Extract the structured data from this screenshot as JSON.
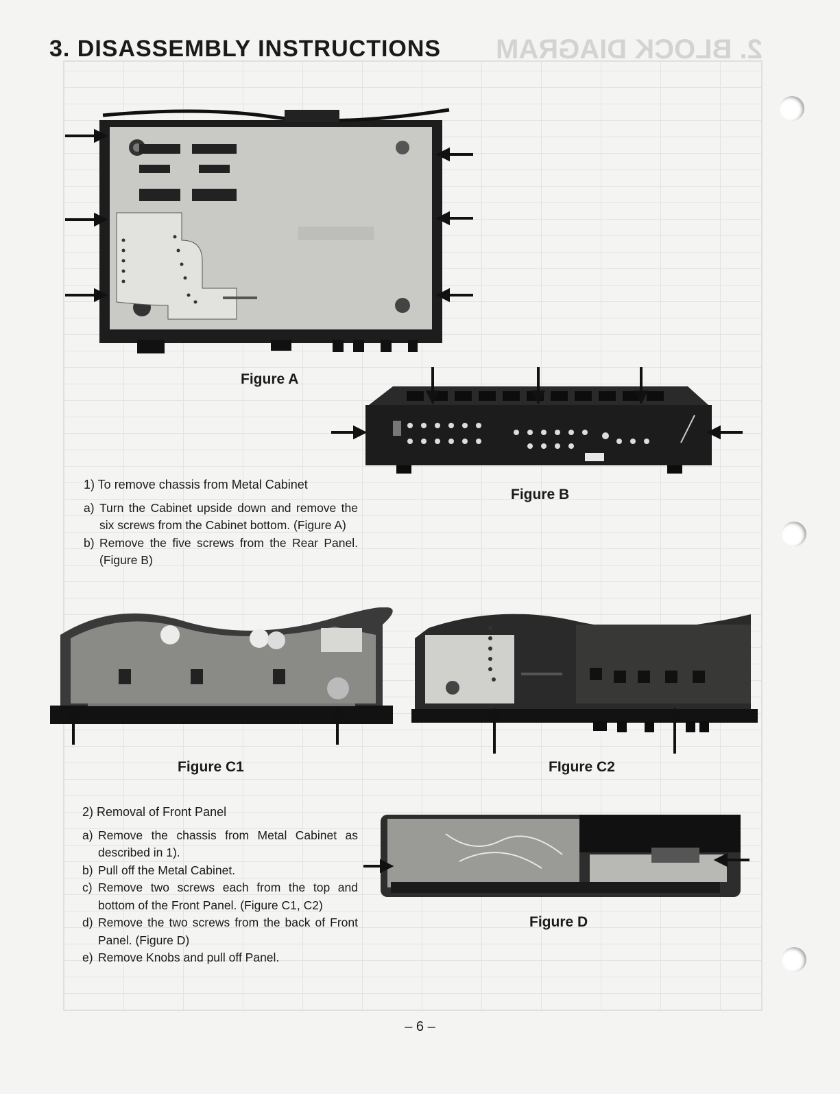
{
  "page_title": "3. DISASSEMBLY INSTRUCTIONS",
  "ghost_heading": "2. BLOCK DIAGRAM",
  "figures": {
    "a": "Figure A",
    "b": "Figure B",
    "c1": "Figure C1",
    "c2": "FIgure C2",
    "d": "Figure D"
  },
  "section1": {
    "heading": "1) To remove chassis from Metal Cabinet",
    "steps": [
      {
        "key": "a)",
        "text": "Turn the Cabinet upside down and remove the six screws from the Cabinet bottom. (Figure A)"
      },
      {
        "key": "b)",
        "text": "Remove the five screws from the Rear Panel. (Figure B)"
      }
    ]
  },
  "section2": {
    "heading": "2) Removal of Front Panel",
    "steps": [
      {
        "key": "a)",
        "text": "Remove the chassis from Metal Cabinet as described in 1)."
      },
      {
        "key": "b)",
        "text": "Pull off the Metal Cabinet."
      },
      {
        "key": "c)",
        "text": "Remove two screws each from the top and bottom of the Front Panel. (Figure C1, C2)"
      },
      {
        "key": "d)",
        "text": "Remove the two screws from the back of Front Panel. (Figure D)"
      },
      {
        "key": "e)",
        "text": "Remove Knobs and pull off Panel."
      }
    ]
  },
  "page_number": "– 6 –"
}
